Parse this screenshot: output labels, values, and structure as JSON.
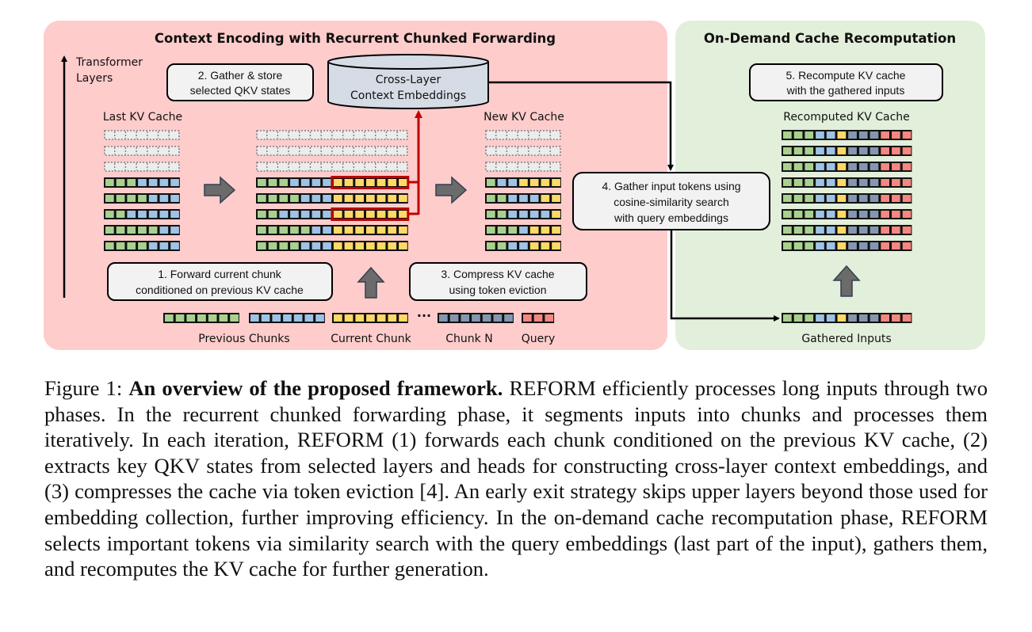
{
  "colors": {
    "left_panel_bg": "#ffcccc",
    "right_panel_bg": "#e2efda",
    "green": "#a9d18e",
    "blue": "#9dc3e6",
    "yellow": "#ffd966",
    "slate": "#8497b0",
    "red": "#f4877f",
    "highlight_red": "#c00000",
    "arrow_gray": "#6b6b6b",
    "box_fill": "#f2f2f2",
    "cylinder_fill": "#d6dce5"
  },
  "left_panel": {
    "title": "Context Encoding with Recurrent Chunked Forwarding",
    "axis_label_line1": "Transformer",
    "axis_label_line2": "Layers",
    "step2_line1": "2. Gather & store",
    "step2_line2": "selected QKV states",
    "cylinder_line1": "Cross-Layer",
    "cylinder_line2": "Context Embeddings",
    "last_kv_label": "Last KV Cache",
    "new_kv_label": "New KV Cache",
    "step1_line1": "1. Forward current chunk",
    "step1_line2": "conditioned on previous KV cache",
    "step3_line1": "3. Compress KV cache",
    "step3_line2": "using token eviction",
    "ellipsis": "···",
    "input_labels": {
      "previous": "Previous Chunks",
      "current": "Current Chunk",
      "chunk_n": "Chunk N",
      "query": "Query"
    }
  },
  "right_panel": {
    "title": "On-Demand Cache Recomputation",
    "step5_line1": "5. Recompute KV cache",
    "step5_line2": "with the gathered inputs",
    "recomputed_label": "Recomputed KV Cache",
    "gathered_label": "Gathered Inputs"
  },
  "step4": {
    "line1": "4. Gather input tokens using",
    "line2": "cosine-similarity search",
    "line3": "with query embeddings"
  },
  "caches": {
    "empty_rows": 3,
    "last_kv": [
      "GGGBBBB",
      "GGGGBBB",
      "GGBBBBB",
      "GGGGGBB",
      "GGGGBBB"
    ],
    "middle_kv": [
      "GGGBBBBYYYYYYY",
      "GGGGBBBYYYYYYY",
      "GGBBBBBYYYYYYY",
      "GGGGGBBYYYYYYY",
      "GGGGBBBYYYYYYY"
    ],
    "middle_highlight_rows": [
      0,
      2
    ],
    "new_kv": [
      "GBBYYYY",
      "GGBBBYY",
      "GGBBBBY",
      "GGGBYYY",
      "GGBBYYY"
    ],
    "recomputed_kv": [
      "GGGBBYDDDRRR",
      "GGGBBYDDDRRR",
      "GGGBBYDDDRRR",
      "GGGBBYDDDRRR",
      "GGGBBYDDDRRR",
      "GGGBBYDDDRRR",
      "GGGBBYDDDRRR",
      "GGGBBYDDDRRR"
    ],
    "inputs": {
      "previous_green": "GGGGGGG",
      "previous_blue": "BBBBBBB",
      "current": "YYYYYYY",
      "chunk_n": "DDDDDDD",
      "query": "RRR"
    },
    "gathered": "GGGBBYDDDRRR"
  },
  "caption": {
    "prefix": "Figure 1: ",
    "bold": "An overview of the proposed framework.",
    "body": " REFORM efficiently processes long inputs through two phases. In the recurrent chunked forwarding phase, it segments inputs into chunks and processes them iteratively. In each iteration, REFORM (1) forwards each chunk conditioned on the previous KV cache, (2) extracts key QKV states from selected layers and heads for constructing cross-layer context embeddings, and (3) compresses the cache via token eviction [4]. An early exit strategy skips upper layers beyond those used for embedding collection, further improving efficiency. In the on-demand cache recomputation phase, REFORM selects important tokens via similarity search with the query embeddings (last part of the input), gathers them, and recomputes the KV cache for further generation."
  }
}
